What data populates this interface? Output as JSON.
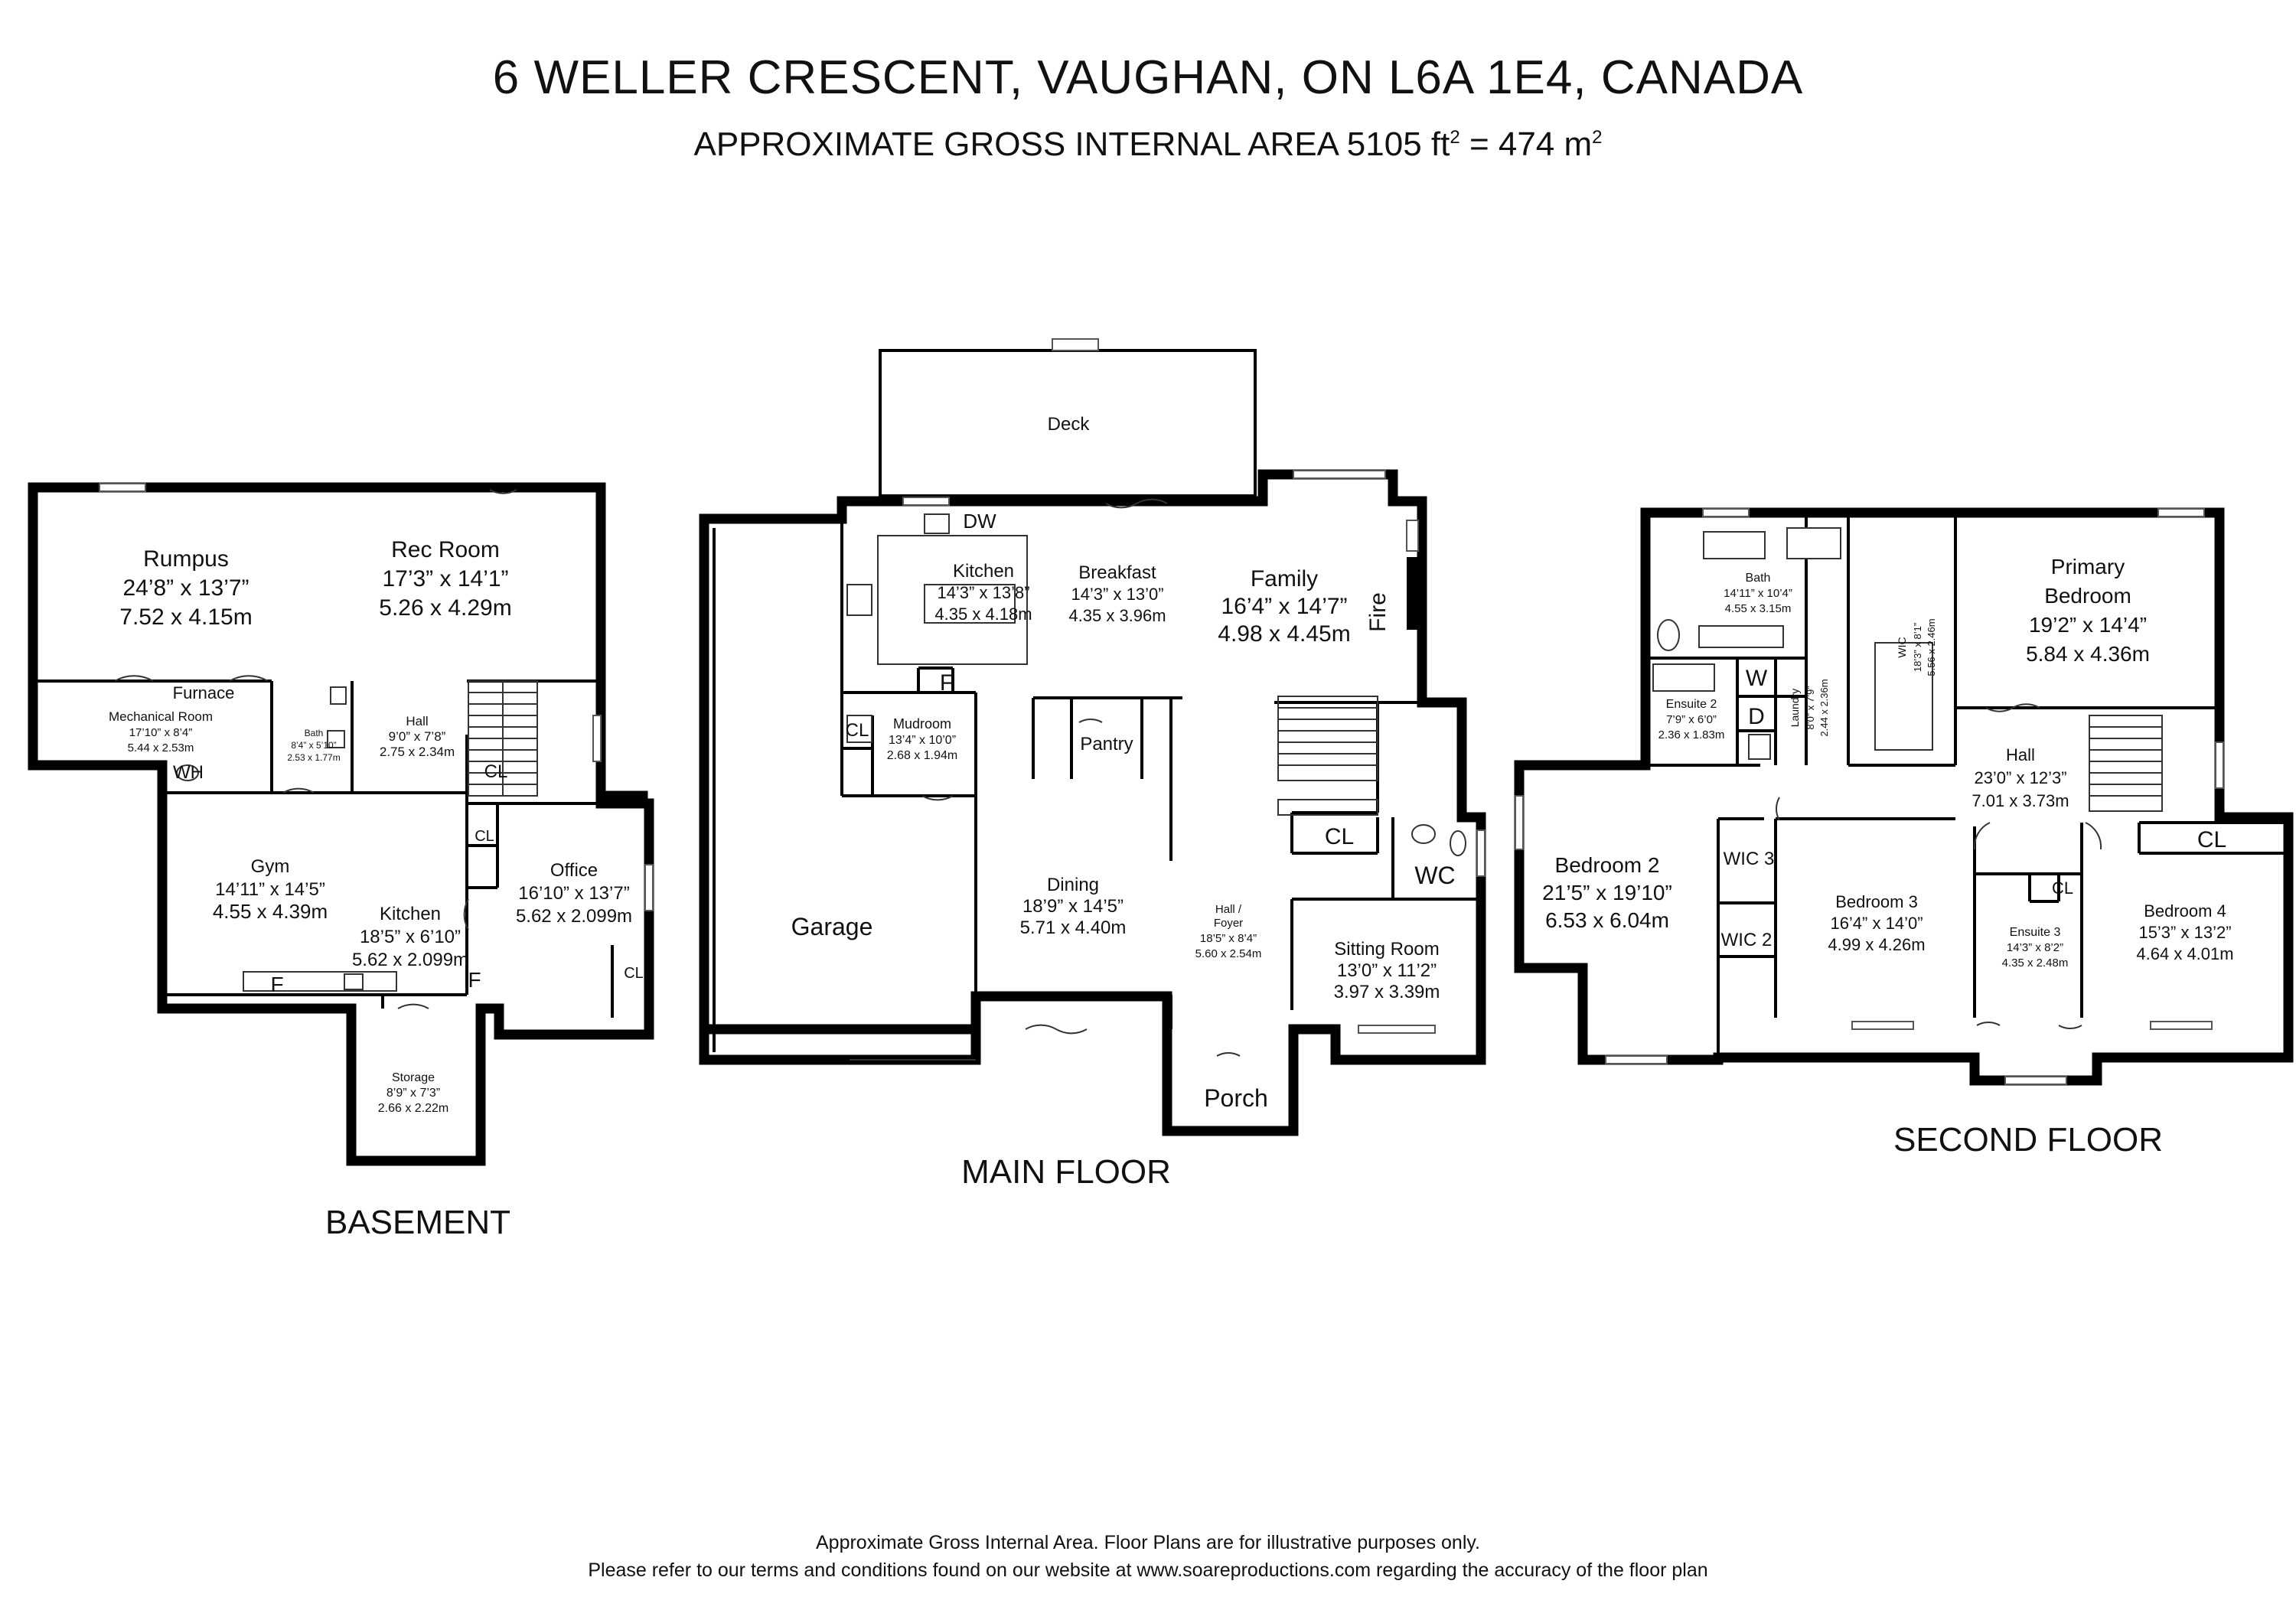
{
  "header": {
    "address": "6 WELLER CRESCENT, VAUGHAN, ON L6A 1E4, CANADA",
    "area_prefix": "APPROXIMATE GROSS INTERNAL AREA 5105 ft",
    "area_mid": " = 474 m",
    "superscript": "2"
  },
  "floors": {
    "basement": "BASEMENT",
    "main": "MAIN FLOOR",
    "second": "SECOND FLOOR"
  },
  "basement": {
    "rumpus": {
      "name": "Rumpus",
      "imperial": "24’8” x 13’7”",
      "metric": "7.52 x 4.15m"
    },
    "rec_room": {
      "name": "Rec Room",
      "imperial": "17’3” x 14’1”",
      "metric": "5.26 x 4.29m"
    },
    "furnace": "Furnace",
    "mechanical": {
      "name": "Mechanical Room",
      "imperial": "17’10” x 8’4”",
      "metric": "5.44 x 2.53m"
    },
    "wh": "WH",
    "bath": {
      "name": "Bath",
      "imperial": "8’4” x 5’10”",
      "metric": "2.53 x 1.77m"
    },
    "hall": {
      "name": "Hall",
      "imperial": "9’0” x 7’8”",
      "metric": "2.75 x 2.34m"
    },
    "cl_hall": "CL",
    "gym": {
      "name": "Gym",
      "imperial": "14’11” x 14’5”",
      "metric": "4.55 x 4.39m"
    },
    "cl_kitchen": "CL",
    "office": {
      "name": "Office",
      "imperial": "16’10” x 13’7”",
      "metric": "5.62 x 2.099m"
    },
    "cl_office": "CL",
    "kitchen": {
      "name": "Kitchen",
      "imperial": "18’5” x 6’10”",
      "metric": "5.62 x 2.099m"
    },
    "f_left": "F",
    "f_right": "F",
    "storage": {
      "name": "Storage",
      "imperial": "8’9” x 7’3”",
      "metric": "2.66 x 2.22m"
    }
  },
  "main_floor": {
    "deck": "Deck",
    "dw": "DW",
    "kitchen": {
      "name": "Kitchen",
      "imperial": "14’3” x 13’8”",
      "metric": "4.35 x 4.18m"
    },
    "breakfast": {
      "name": "Breakfast",
      "imperial": "14’3” x 13’0”",
      "metric": "4.35 x 3.96m"
    },
    "family": {
      "name": "Family",
      "imperial": "16’4” x 14’7”",
      "metric": "4.98 x 4.45m"
    },
    "fire": "Fire",
    "f": "F",
    "cl_mud": "CL",
    "mudroom": {
      "name": "Mudroom",
      "imperial": "13’4” x 10’0”",
      "metric": "2.68 x 1.94m"
    },
    "pantry": "Pantry",
    "garage": "Garage",
    "dining": {
      "name": "Dining",
      "imperial": "18’9” x 14’5”",
      "metric": "5.71 x 4.40m"
    },
    "foyer": {
      "name1": "Hall /",
      "name2": "Foyer",
      "imperial": "18’5” x 8’4”",
      "metric": "5.60 x 2.54m"
    },
    "cl": "CL",
    "wc": "WC",
    "sitting": {
      "name": "Sitting Room",
      "imperial": "13’0” x 11’2”",
      "metric": "3.97 x 3.39m"
    },
    "porch": "Porch"
  },
  "second_floor": {
    "bath": {
      "name": "Bath",
      "imperial": "14’11” x 10’4”",
      "metric": "4.55 x 3.15m"
    },
    "wic": {
      "name": "WIC",
      "imperial": "18’3” x 8’1”",
      "metric": "5.56 x 2.46m"
    },
    "primary": {
      "name1": "Primary",
      "name2": "Bedroom",
      "imperial": "19’2” x 14’4”",
      "metric": "5.84 x 4.36m"
    },
    "ensuite2": {
      "name": "Ensuite 2",
      "imperial": "7’9” x 6’0”",
      "metric": "2.36 x 1.83m"
    },
    "w": "W",
    "d": "D",
    "laundry": {
      "name": "Laundry",
      "imperial": "8’0” x 7’9”",
      "metric": "2.44 x 2.36m"
    },
    "hall": {
      "name": "Hall",
      "imperial": "23’0” x 12’3”",
      "metric": "7.01 x 3.73m"
    },
    "bedroom2": {
      "name": "Bedroom 2",
      "imperial": "21’5” x 19’10”",
      "metric": "6.53 x 6.04m"
    },
    "wic3": "WIC 3",
    "wic2": "WIC 2",
    "bedroom3": {
      "name": "Bedroom 3",
      "imperial": "16’4” x 14’0”",
      "metric": "4.99 x 4.26m"
    },
    "cl_ensuite": "CL",
    "ensuite3": {
      "name": "Ensuite 3",
      "imperial": "14’3” x 8’2”",
      "metric": "4.35 x 2.48m"
    },
    "cl_bed4": "CL",
    "bedroom4": {
      "name": "Bedroom 4",
      "imperial": "15’3” x 13’2”",
      "metric": "4.64 x 4.01m"
    }
  },
  "footer": {
    "line1": "Approximate Gross Internal Area. Floor Plans are for illustrative purposes only.",
    "line2": "Please refer to our terms and conditions found on our website at www.soareproductions.com regarding the accuracy of the floor plan"
  }
}
